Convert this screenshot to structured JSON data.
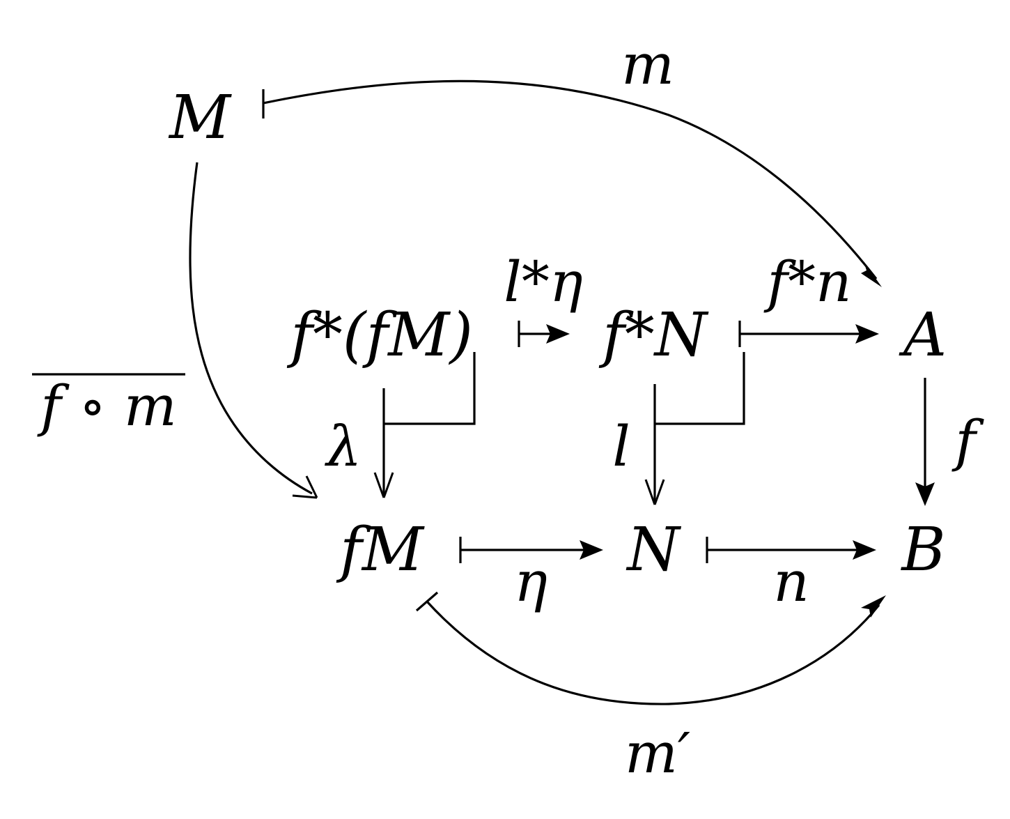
{
  "nodes": {
    "M": "M",
    "f_star_fM": "f*(fM)",
    "f_star_N": "f*N",
    "A": "A",
    "fM": "fM",
    "N": "N",
    "B": "B"
  },
  "labels": {
    "m": "m",
    "l_star_eta": "l*η",
    "f_star_n": "f*n",
    "f_compose_m": "f ∘ m",
    "lambda": "λ",
    "l": "l",
    "f": "f",
    "eta": "η",
    "n": "n",
    "m_prime": "m′"
  }
}
